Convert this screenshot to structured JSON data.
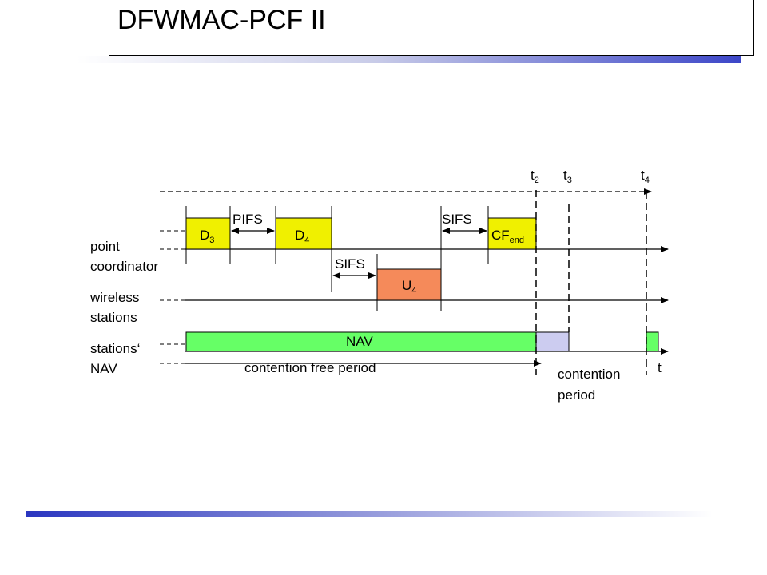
{
  "slide": {
    "title": "DFWMAC-PCF II"
  },
  "labels": {
    "point": "point",
    "coordinator": "coordinator",
    "wireless": "wireless",
    "stations": "stations",
    "stations_q": "stations‘",
    "nav_row": "NAV",
    "nav_bar": "NAV",
    "cfp": "contention free period",
    "cp_line1": "contention",
    "cp_line2": "period",
    "t_axis": "t"
  },
  "frames": {
    "d3": {
      "main": "D",
      "sub": "3"
    },
    "d4": {
      "main": "D",
      "sub": "4"
    },
    "u4": {
      "main": "U",
      "sub": "4"
    },
    "cfend": {
      "main": "CF",
      "sub": "end"
    }
  },
  "gaps": {
    "pifs": "PIFS",
    "sifs1": "SIFS",
    "sifs2": "SIFS"
  },
  "times": {
    "t2": {
      "main": "t",
      "sub": "2"
    },
    "t3": {
      "main": "t",
      "sub": "3"
    },
    "t4": {
      "main": "t",
      "sub": "4"
    }
  },
  "colors": {
    "frame_yellow": "#f0f000",
    "frame_orange": "#f58a5a",
    "nav_green": "#66ff66",
    "nav_lavender": "#ccccf0"
  }
}
